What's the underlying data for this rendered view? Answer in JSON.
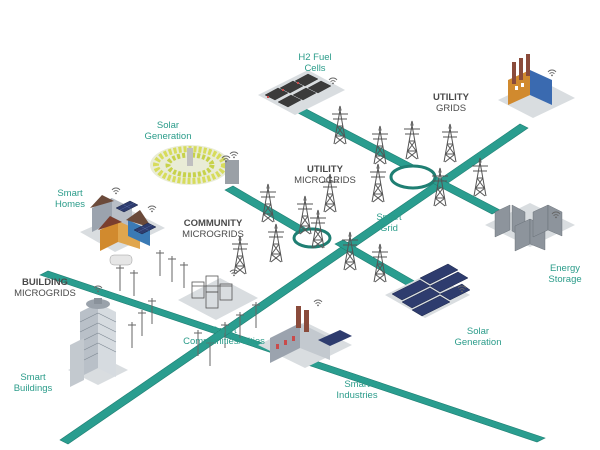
{
  "labels": {
    "h2_fuel_cells": [
      "H2 Fuel",
      "Cells"
    ],
    "utility_grids": [
      "UTILITY",
      "GRIDS"
    ],
    "solar_generation_top": [
      "Solar",
      "Generation"
    ],
    "utility_microgrids": [
      "UTILITY",
      "MICROGRIDS"
    ],
    "smart_homes": [
      "Smart",
      "Homes"
    ],
    "community_microgrids": [
      "COMMUNITY",
      "MICROGRIDS"
    ],
    "smart_grid": [
      "Smart",
      "Grid"
    ],
    "energy_storage": [
      "Energy",
      "Storage"
    ],
    "building_microgrids": [
      "BUILDING",
      "MICROGRIDS"
    ],
    "smart_communities": [
      "Smart",
      "Communities/Cities"
    ],
    "solar_generation_bottom": [
      "Solar",
      "Generation"
    ],
    "smart_buildings": [
      "Smart",
      "Buildings"
    ],
    "smart_industries": [
      "Smart",
      "Industries"
    ]
  },
  "colors": {
    "road": "#2a9d8f",
    "road_edge": "#1f7f73",
    "label_teal": "#2b9c8a",
    "label_dark": "#4a4a4a",
    "tower": "#555555",
    "solar_panel": "#2e3c6e",
    "ground": "#d9dde0"
  },
  "icons": [
    "wifi-icon",
    "transmission-tower-icon",
    "solar-panel-icon",
    "house-icon",
    "factory-icon",
    "battery-icon",
    "office-building-icon",
    "fuel-cell-icon",
    "substation-icon",
    "power-plant-icon"
  ]
}
